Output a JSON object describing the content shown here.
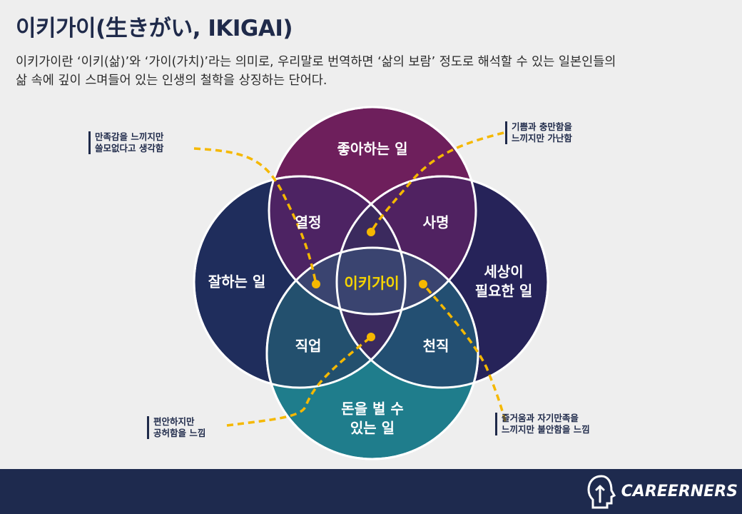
{
  "title": "이키가이(生きがい, IKIGAI)",
  "description": {
    "line1": "이키가이란 ‘이키(삶)’와 ‘가이(가치)’라는 의미로, 우리말로 번역하면 ‘삶의 보람’ 정도로 해석할 수 있는 일본인들의",
    "line2": "삶 속에 깊이 스며들어 있는 인생의 철학을 상징하는 단어다."
  },
  "diagram": {
    "circles": {
      "top": {
        "label": "좋아하는 일",
        "color": "#6e1f5c"
      },
      "left": {
        "label": "잘하는 일",
        "color": "#1f2d5c"
      },
      "right": {
        "label_line1": "세상이",
        "label_line2": "필요한 일",
        "color": "#262359"
      },
      "bottom": {
        "label_line1": "돈을 벌 수",
        "label_line2": "있는 일",
        "color": "#1f7d8c"
      }
    },
    "overlaps": {
      "passion": "열정",
      "mission": "사명",
      "profession": "직업",
      "vocation": "천직",
      "center": "이키가이"
    },
    "center_color": "#f5d400",
    "accent_color": "#f5b800"
  },
  "annotations": {
    "top_left": {
      "line1": "만족감을 느끼지만",
      "line2": "쓸모없다고 생각함"
    },
    "top_right": {
      "line1": "기쁨과 충만함을",
      "line2": "느끼지만 가난함"
    },
    "bottom_left": {
      "line1": "편안하지만",
      "line2": "공허함을 느낌"
    },
    "bottom_right": {
      "line1": "즐거움과 자기만족을",
      "line2": "느끼지만 불안함을 느낌"
    }
  },
  "footer": {
    "brand": "CAREERNERS",
    "logo_icon": "head-arrow-icon",
    "color": "#1e2a4e"
  }
}
